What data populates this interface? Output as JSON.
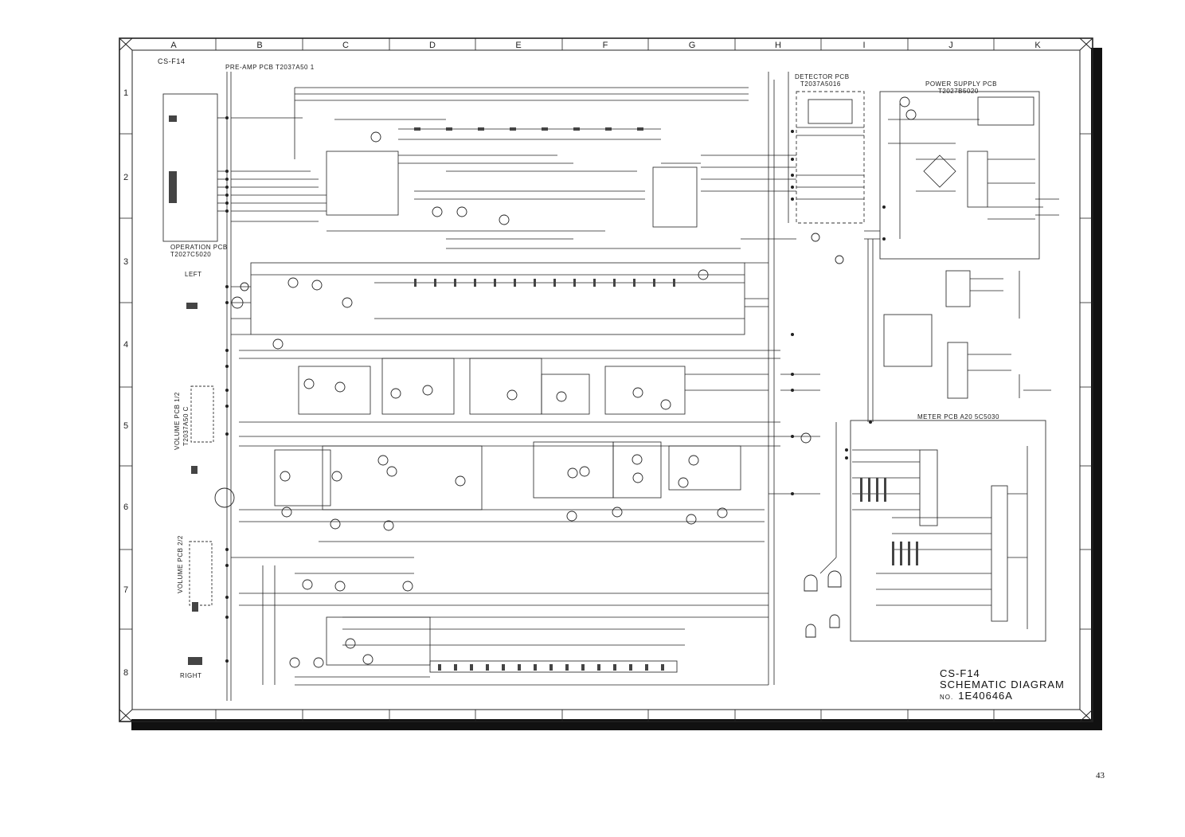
{
  "sheet": {
    "model": "CS-F14",
    "column_labels": [
      "A",
      "B",
      "C",
      "D",
      "E",
      "F",
      "G",
      "H",
      "I",
      "J",
      "K"
    ],
    "row_labels": [
      "1",
      "2",
      "3",
      "4",
      "5",
      "6",
      "7",
      "8"
    ]
  },
  "boards": {
    "pre_amp": "PRE-AMP PCB  T2037A50 1",
    "operation": "OPERATION PCB",
    "operation_code": "T2027C5020",
    "detector": "DETECTOR PCB",
    "detector_code": "T2037A5016",
    "power_supply": "POWER SUPPLY PCB",
    "power_supply_code": "T2027B5020",
    "volume_1": "VOLUME PCB 1/2",
    "volume_1_code": "T2037A50 C",
    "volume_2": "VOLUME PCB 2/2",
    "meter": "METER PCB   A20 5C5030"
  },
  "channels": {
    "left": "LEFT",
    "right": "RIGHT"
  },
  "title_block": {
    "model": "CS-F14",
    "title": "SCHEMATIC DIAGRAM",
    "number_prefix": "NO.",
    "number": "1E40646A"
  },
  "page_number": "43"
}
